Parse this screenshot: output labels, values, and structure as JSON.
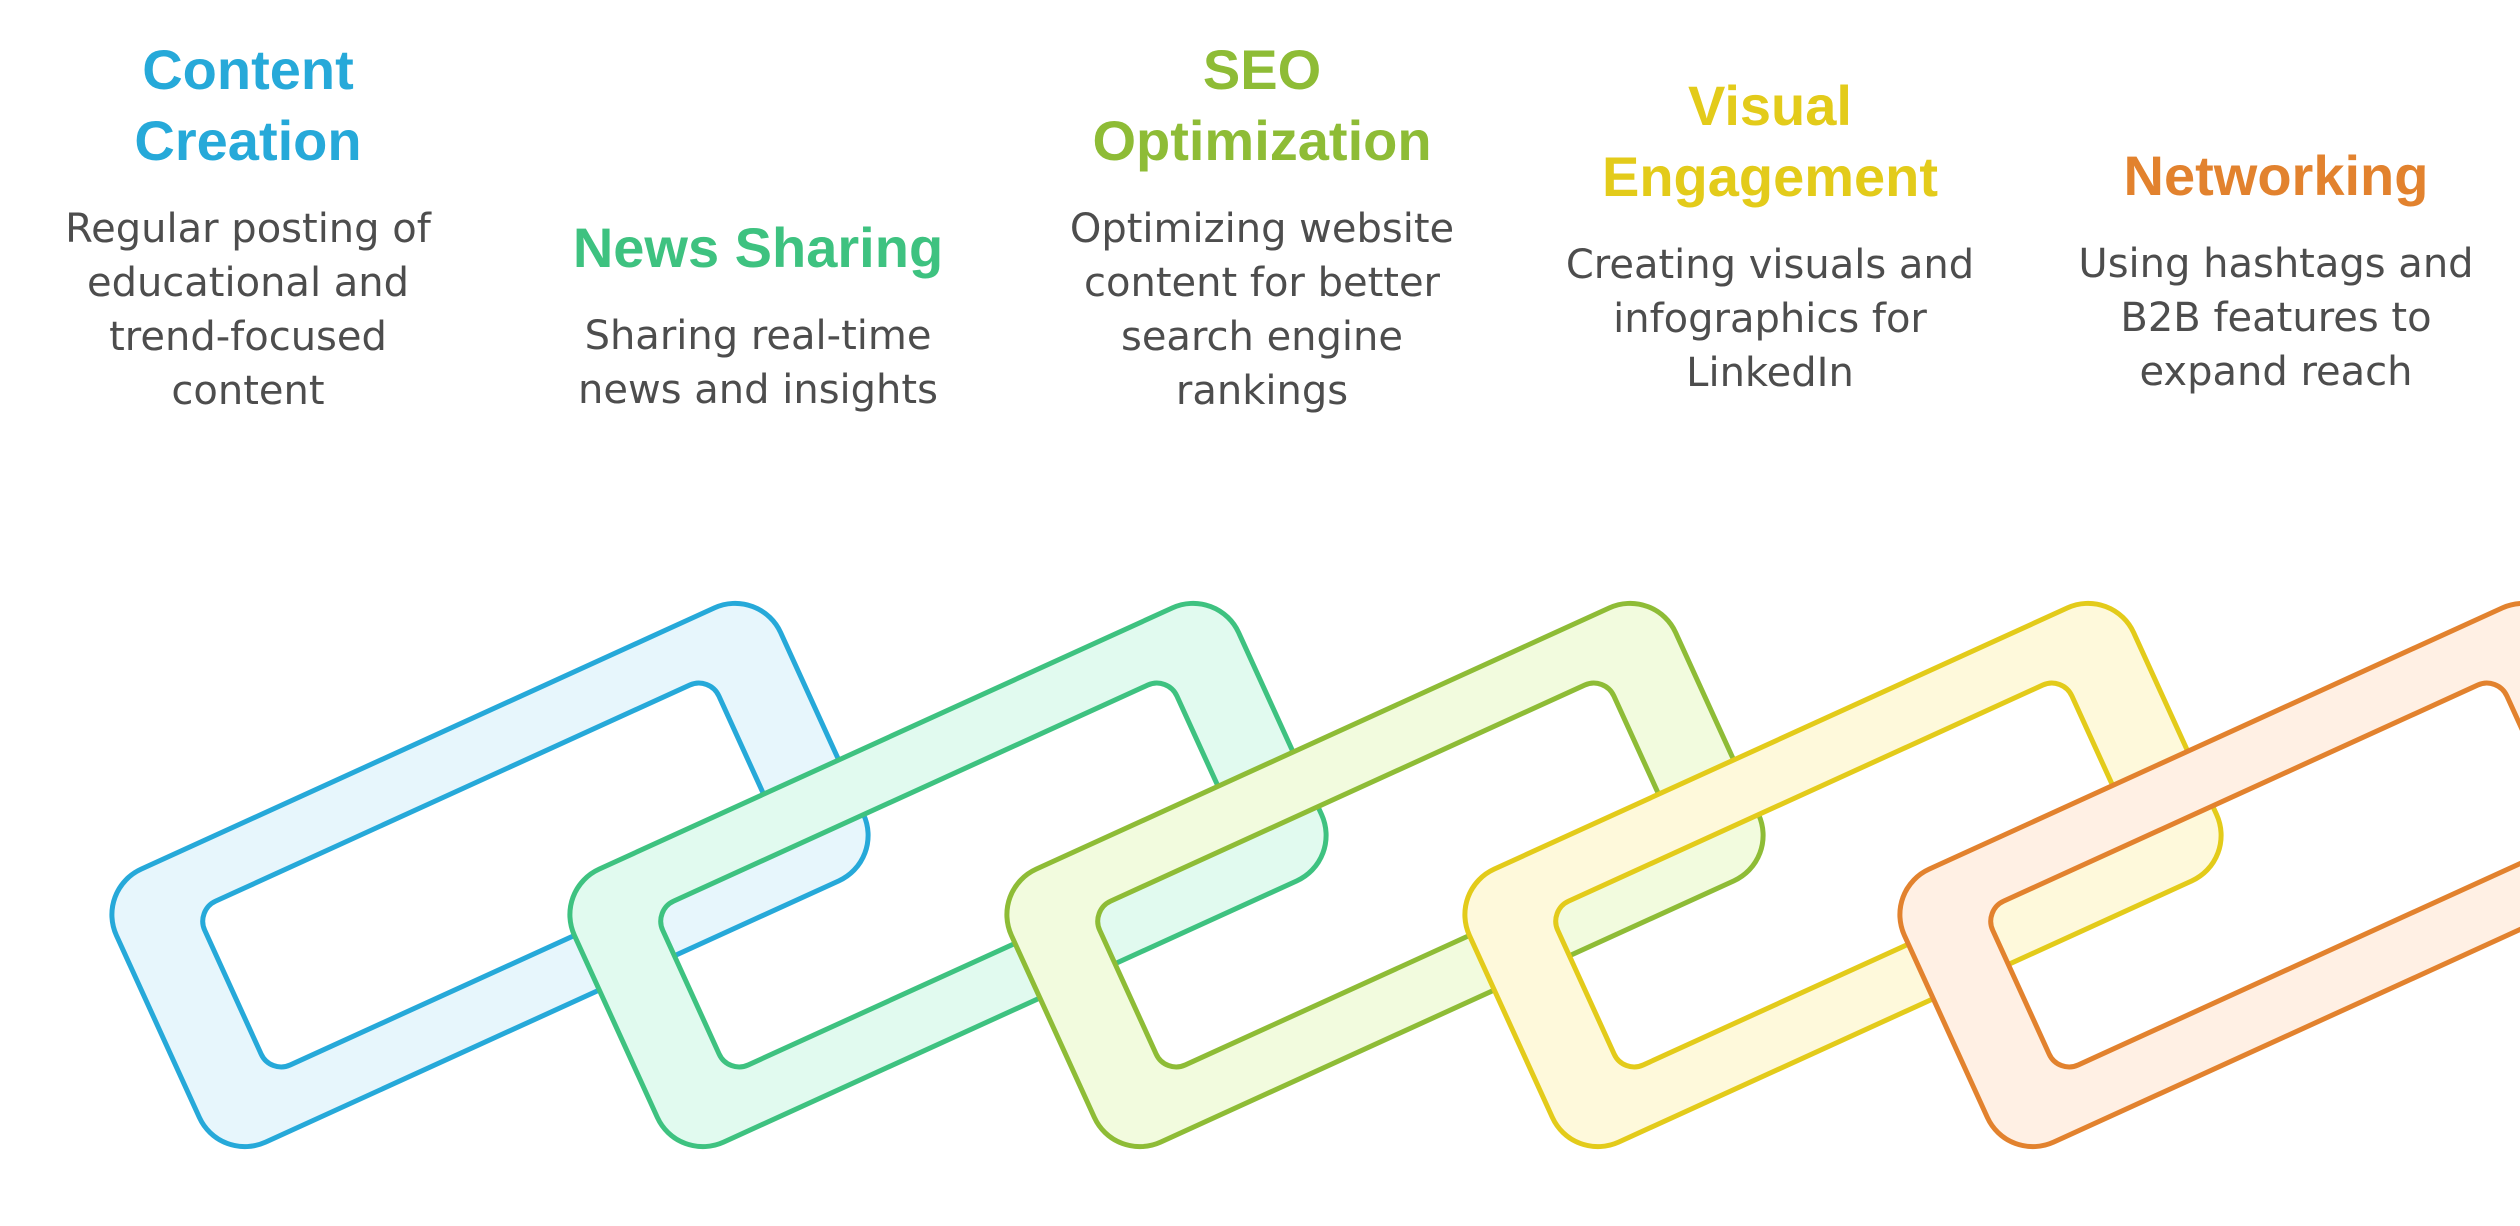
{
  "steps": [
    {
      "title": "Content\nCreation",
      "lines": [
        "Regular posting of",
        "educational and",
        "trend-focused",
        "content"
      ],
      "color": "#26a9d9",
      "fill": "#e7f6fc"
    },
    {
      "title": "News Sharing",
      "lines": [
        "Sharing real-time",
        "news and insights"
      ],
      "color": "#3ec280",
      "fill": "#e1faef"
    },
    {
      "title": "SEO\nOptimization",
      "lines": [
        "Optimizing website",
        "content for better",
        "search engine",
        "rankings"
      ],
      "color": "#8ebc36",
      "fill": "#f2fbde"
    },
    {
      "title": "Visual\nEngagement",
      "lines": [
        "Creating visuals and",
        "infographics for",
        "LinkedIn"
      ],
      "color": "#e3cb1a",
      "fill": "#fef9db"
    },
    {
      "title": "Networking",
      "lines": [
        "Using hashtags and",
        "B2B features to",
        "expand reach"
      ],
      "color": "#e2822e",
      "fill": "#fff0e4"
    }
  ]
}
